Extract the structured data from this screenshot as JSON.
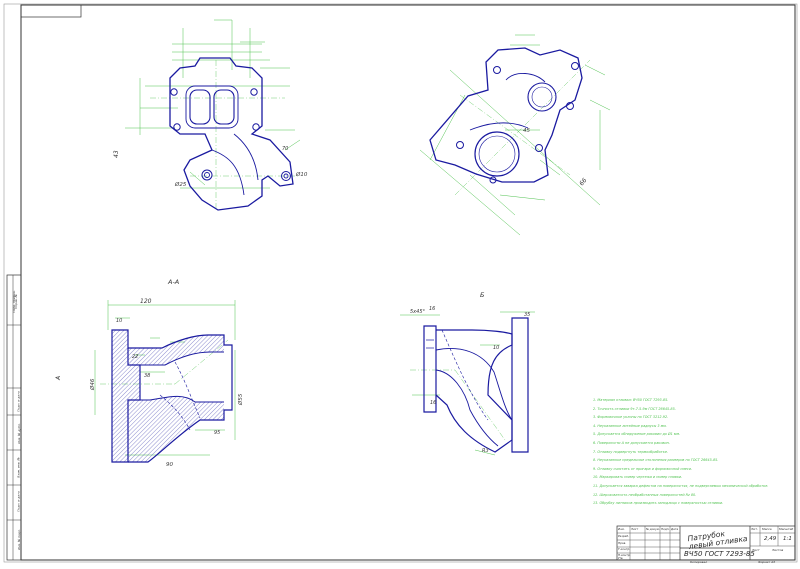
{
  "views": {
    "section_aa_label": "А-А",
    "view_b_label": "Б"
  },
  "dims": {
    "top_left": {
      "d1": "43",
      "d2": "Ø25",
      "d3": "Ø10",
      "d4": "70"
    },
    "top_right": {
      "d1": "66",
      "d2": "45"
    },
    "section": {
      "d1": "120",
      "d2": "Ø46",
      "d3": "Ø55",
      "d4": "90",
      "d5": "10",
      "d6": "22",
      "d7": "38",
      "d8": "95"
    },
    "view_b": {
      "d1": "5х45°",
      "d2": "16",
      "d3": "35",
      "d4": "16",
      "d5": "10",
      "d6": "R3"
    }
  },
  "notes": [
    "1. Материал отливки: ВЧ50 ГОСТ 7293-85.",
    "2. Точность отливки 9т-7-5-9м ГОСТ 26645-85.",
    "3. Формовочные уклоны по ГОСТ 3212-92.",
    "4. Неуказанные литейные радиусы 3 мм.",
    "5. Допускается обнаружение раковин до Ø1 мм.",
    "6. Поверхности А не допускается раковин.",
    "7. Отливку подвергнуть термообработке.",
    "8. Неуказанные предельные отклонения размеров по ГОСТ 26645-85.",
    "9. Отливку очистить от пригара и формовочной смеси.",
    "10. Маркировать номер чертежа и номер плавки.",
    "11. Допускается заварка дефектов на поверхностях, не подвергаемых механической обработке.",
    "12. Шероховатость необработанных поверхностей Rz 80.",
    "13. Обрубку литников производить заподлицо с поверхностью отливки."
  ],
  "title_block": {
    "part_name": "Патрубок левый отливка",
    "material": "ВЧ50 ГОСТ 7293-85",
    "mass": "2,49",
    "scale": "1:1",
    "sheet": "Лист",
    "sheets": "Листов",
    "header_lit": "Лит.",
    "header_mass": "Масса",
    "header_scale": "Масштаб",
    "row_labels": [
      "Изм.",
      "Лист",
      "№ докум.",
      "Подп.",
      "Дата"
    ],
    "roles": [
      "Разраб.",
      "Пров.",
      "Т.контр.",
      "Н.контр.",
      "Утв."
    ],
    "copied": "Копировал",
    "format": "Формат А3"
  },
  "side_labels": [
    "Перв. примен.",
    "Справ. №",
    "Подп. и дата",
    "Инв. № дубл.",
    "Взам. инв. №",
    "Подп. и дата",
    "Инв. № подл."
  ]
}
